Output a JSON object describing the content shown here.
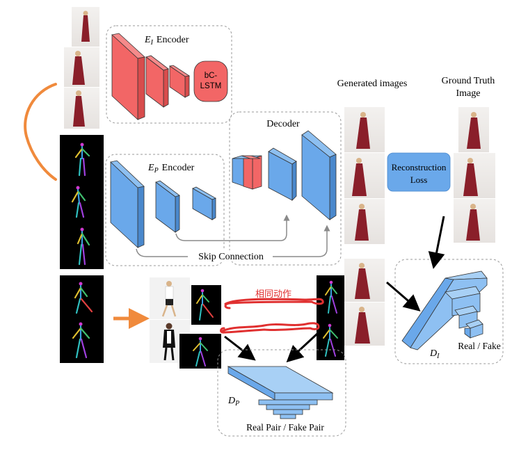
{
  "encoder_i": {
    "label_symbol": "E",
    "label_sub": "I",
    "label_text": "Encoder",
    "lstm_line1": "bC-",
    "lstm_line2": "LSTM"
  },
  "encoder_p": {
    "label_symbol": "E",
    "label_sub": "P",
    "label_text": "Encoder"
  },
  "decoder": {
    "label": "Decoder"
  },
  "skip_connection": {
    "label": "Skip Connection"
  },
  "generated": {
    "label": "Generated images"
  },
  "ground_truth": {
    "label_line1": "Ground Truth",
    "label_line2": "Image"
  },
  "reconstruction": {
    "line1": "Reconstruction",
    "line2": "Loss"
  },
  "discriminator_i": {
    "symbol": "D",
    "sub": "I",
    "label": "Real / Fake"
  },
  "discriminator_p": {
    "symbol": "D",
    "sub": "P",
    "label": "Real Pair / Fake Pair"
  },
  "annotation": {
    "text": "相同动作"
  },
  "colors": {
    "encoder_i": "#f26666",
    "encoder_p": "#6aa8ea",
    "decoder": "#6aa8ea",
    "discriminator": "#8ec0f2",
    "reconstruction": "#6aa8ea",
    "annotation": "#e03030",
    "orange_arrow": "#f08a3c",
    "dress": "#8a1f2a"
  }
}
